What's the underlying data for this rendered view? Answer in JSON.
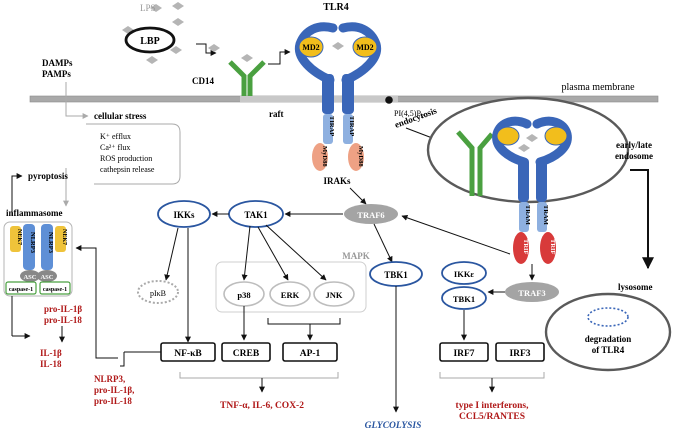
{
  "labels": {
    "lps": "LPS",
    "lbp": "LBP",
    "tlr4": "TLR4",
    "md2": "MD2",
    "cd14": "CD14",
    "damps": "DAMPs",
    "pamps": "PAMPs",
    "raft": "raft",
    "pip2": "PI(4,5)P",
    "pip2_sub": "2",
    "plasma_membrane": "plasma membrane",
    "endocytosis": "endocytosis",
    "early_late": "early/late",
    "endosome": "endosome",
    "lysosome": "lysosome",
    "degradation": "degradation",
    "of_tlr4": "of TLR4",
    "cellular_stress": "cellular stress",
    "k_efflux": "K⁺ efflux",
    "ca_flux": "Ca²⁺ flux",
    "ros": "ROS production",
    "cathepsin": "cathepsin release",
    "pyroptosis": "pyroptosis",
    "inflammasome": "inflammasome",
    "nek7": "NEK7",
    "nlrp3": "NLRP3",
    "asc": "ASC",
    "caspase1": "caspase-1",
    "pro_il1b": "pro-IL-1β",
    "pro_il18": "pro-IL-18",
    "il1b": "IL-1β",
    "il18": "IL-18",
    "nlrp3_out_1": "NLRP3,",
    "nlrp3_out_2": "pro-IL-1β,",
    "nlrp3_out_3": "pro-IL-18",
    "tirap": "TIRAP",
    "myd88": "MyD88",
    "irak": "IRAKs",
    "tram": "TRAM",
    "trif": "TRIF",
    "traf6": "TRAF6",
    "traf3": "TRAF3",
    "tak1": "TAK1",
    "ikks": "IKKs",
    "pikb": "pIκB",
    "mapk": "MAPK",
    "p38": "p38",
    "erk": "ERK",
    "jnk": "JNK",
    "tbk1_left": "TBK1",
    "ikke": "IKKε",
    "tbk1_right": "TBK1",
    "nfkb": "NF-κB",
    "creb": "CREB",
    "ap1": "AP-1",
    "irf7": "IRF7",
    "irf3": "IRF3",
    "cytokines": "TNF-α, IL-6, COX-2",
    "interferons_1": "type I interferons,",
    "interferons_2": "CCL5/RANTES",
    "glycolysis": "GLYCOLYSIS"
  },
  "colors": {
    "receptor_blue": "#3a66b8",
    "md2_yellow": "#f2be1c",
    "cd14_green": "#4aa040",
    "myd88_salmon": "#eea184",
    "trif_red": "#d83a3a",
    "node_blue": "#2a56a0",
    "text_red": "#b01818",
    "membrane_gray": "#a9a9a9",
    "traf_gray": "#a4a4a4",
    "nlrp3_blue": "#5e8fd6",
    "nek7_yellow": "#efc33a"
  }
}
